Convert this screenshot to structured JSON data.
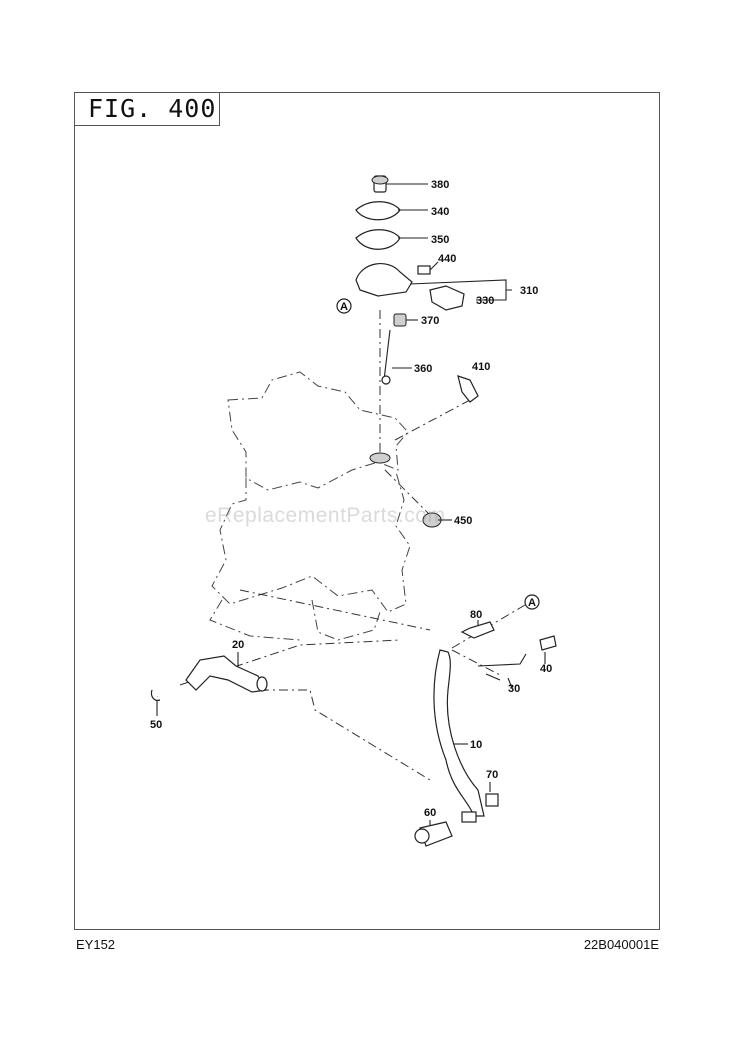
{
  "figure": {
    "title": "FIG. 400"
  },
  "footer": {
    "model": "EY152",
    "doc_number": "22B040001E"
  },
  "watermark": "eReplacementParts.com",
  "callouts": {
    "p380": "380",
    "p340": "340",
    "p350": "350",
    "p440": "440",
    "p310": "310",
    "p330": "330",
    "p370": "370",
    "p360": "360",
    "p410": "410",
    "p450": "450",
    "p80": "80",
    "p40": "40",
    "p30": "30",
    "p20": "20",
    "p50": "50",
    "p10": "10",
    "p70": "70",
    "p60": "60"
  },
  "refs": {
    "a_top": "A",
    "a_bottom": "A"
  }
}
